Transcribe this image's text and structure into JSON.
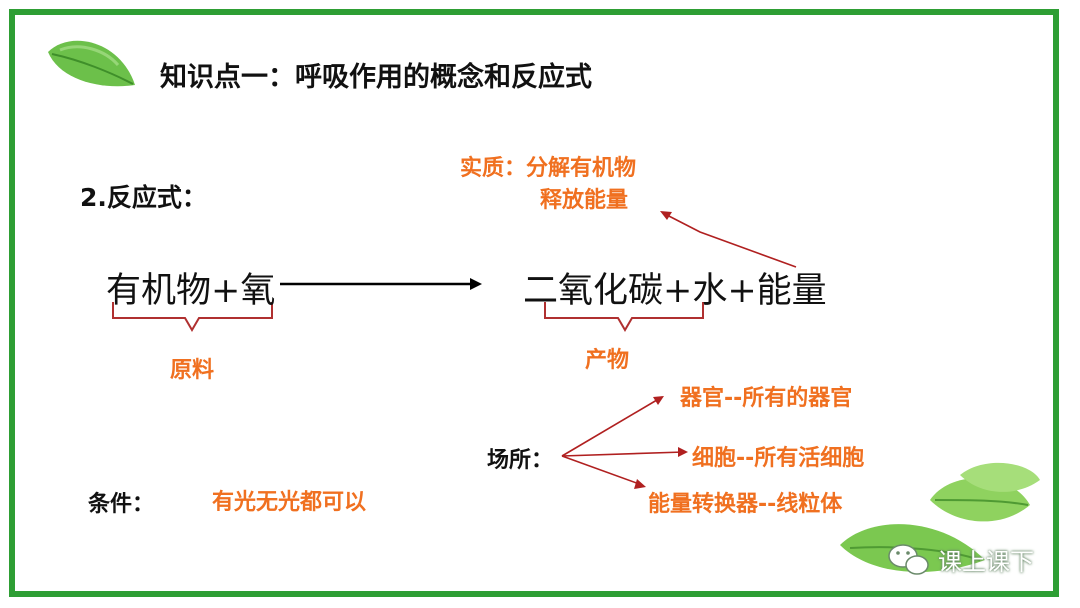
{
  "title": "知识点一：呼吸作用的概念和反应式",
  "subhead": "2.反应式：",
  "reactants": "有机物+氧",
  "products": "二氧化碳+水+能量",
  "essence_line1": "实质：分解有机物",
  "essence_line2": "释放能量",
  "raw_label": "原料",
  "product_label": "产物",
  "place_label": "场所：",
  "place_items": [
    "器官--所有的器官",
    "细胞--所有活细胞",
    "能量转换器--线粒体"
  ],
  "condition_label": "条件：",
  "condition_value": "有光无光都可以",
  "watermark": "课上课下",
  "colors": {
    "frame": "#2e9e34",
    "accent": "#f07020",
    "arrow": "#b02020",
    "bracket": "#b03030"
  },
  "icons": [
    "leaf-icon",
    "leaves-icon",
    "wechat-icon"
  ]
}
